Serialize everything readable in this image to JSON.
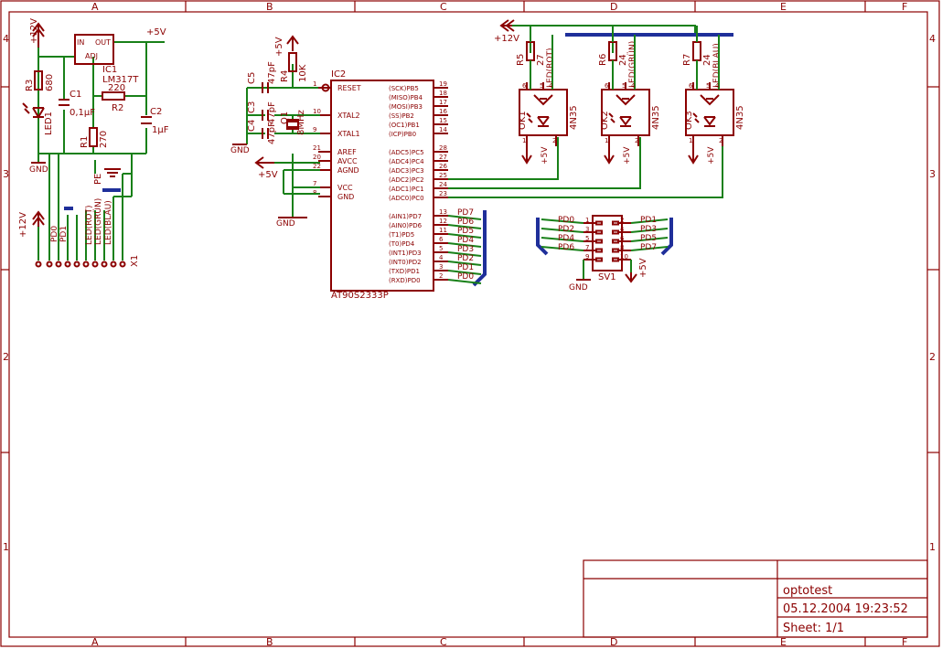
{
  "frame": {
    "columns": [
      "A",
      "B",
      "C",
      "D",
      "E",
      "F"
    ],
    "rows": [
      "4",
      "3",
      "2",
      "1"
    ]
  },
  "title_block": {
    "name": "optotest",
    "date": "05.12.2004 19:23:52",
    "sheet": "Sheet: 1/1"
  },
  "power": {
    "plus12v": "+12V",
    "plus5v": "+5V",
    "gnd": "GND",
    "pe": "PE"
  },
  "regulator": {
    "ref": "IC1",
    "value": "LM317T",
    "pin_in": "IN",
    "pin_out": "OUT",
    "pin_adj": "ADJ"
  },
  "components": {
    "r1": {
      "ref": "R1",
      "value": "270"
    },
    "r2": {
      "ref": "R2",
      "value": "220"
    },
    "r3": {
      "ref": "R3",
      "value": "680"
    },
    "r4": {
      "ref": "R4",
      "value": "10K"
    },
    "r5": {
      "ref": "R5",
      "value": "27"
    },
    "r6": {
      "ref": "R6",
      "value": "24"
    },
    "r7": {
      "ref": "R7",
      "value": "24"
    },
    "c1": {
      "ref": "C1",
      "value": "0,1µF"
    },
    "c2": {
      "ref": "C2",
      "value": "1µF"
    },
    "c3": {
      "ref": "C3",
      "value": "47pF"
    },
    "c4": {
      "ref": "C4",
      "value": "47pF"
    },
    "c5": {
      "ref": "C5",
      "value": "47pF"
    },
    "q1": {
      "ref": "Q1",
      "value": "8MHz"
    },
    "led1": {
      "ref": "LED1"
    }
  },
  "connector_x1": {
    "ref": "X1",
    "signals": [
      "PD0",
      "PD1",
      "LED(ROT)",
      "LED(GRÜN)",
      "LED(BLAU)"
    ]
  },
  "mcu": {
    "ref": "IC2",
    "part": "AT90S2333P",
    "left_pins": [
      {
        "num": "1",
        "name": "RESET"
      },
      {
        "num": "10",
        "name": "XTAL2"
      },
      {
        "num": "9",
        "name": "XTAL1"
      },
      {
        "num": "21",
        "name": "AREF"
      },
      {
        "num": "20",
        "name": "AVCC"
      },
      {
        "num": "22",
        "name": "AGND"
      },
      {
        "num": "7",
        "name": "VCC"
      },
      {
        "num": "8",
        "name": "GND"
      }
    ],
    "right_pins": [
      {
        "num": "19",
        "name": "(SCK)PB5"
      },
      {
        "num": "18",
        "name": "(MISO)PB4"
      },
      {
        "num": "17",
        "name": "(MOSI)PB3"
      },
      {
        "num": "16",
        "name": "(SS)PB2"
      },
      {
        "num": "15",
        "name": "(OC1)PB1"
      },
      {
        "num": "14",
        "name": "(ICP)PB0"
      },
      {
        "num": "28",
        "name": "(ADC5)PC5"
      },
      {
        "num": "27",
        "name": "(ADC4)PC4"
      },
      {
        "num": "26",
        "name": "(ADC3)PC3"
      },
      {
        "num": "25",
        "name": "(ADC2)PC2"
      },
      {
        "num": "24",
        "name": "(ADC1)PC1"
      },
      {
        "num": "23",
        "name": "(ADC0)PC0"
      },
      {
        "num": "13",
        "name": "(AIN1)PD7"
      },
      {
        "num": "12",
        "name": "(AIN0)PD6"
      },
      {
        "num": "11",
        "name": "(T1)PD5"
      },
      {
        "num": "6",
        "name": "(T0)PD4"
      },
      {
        "num": "5",
        "name": "(INT1)PD3"
      },
      {
        "num": "4",
        "name": "(INT0)PD2"
      },
      {
        "num": "3",
        "name": "(TXD)PD1"
      },
      {
        "num": "2",
        "name": "(RXD)PD0"
      }
    ],
    "pd_nets": [
      "PD7",
      "PD6",
      "PD5",
      "PD4",
      "PD3",
      "PD2",
      "PD1",
      "PD0"
    ]
  },
  "optocouplers": [
    {
      "ref": "OK1",
      "part": "4N35",
      "net": "LED(ROT)",
      "pins": [
        "6",
        "5",
        "4",
        "1",
        "2"
      ]
    },
    {
      "ref": "OK2",
      "part": "4N35",
      "net": "LED(GRÜN)",
      "pins": [
        "6",
        "5",
        "4",
        "1",
        "2"
      ]
    },
    {
      "ref": "OK3",
      "part": "4N35",
      "net": "LED(BLAU)",
      "pins": [
        "6",
        "5",
        "4",
        "1",
        "2"
      ]
    }
  ],
  "header_sv1": {
    "ref": "SV1",
    "left": [
      {
        "pin": "1",
        "net": "PD0"
      },
      {
        "pin": "3",
        "net": "PD2"
      },
      {
        "pin": "5",
        "net": "PD4"
      },
      {
        "pin": "7",
        "net": "PD6"
      },
      {
        "pin": "9",
        "net": ""
      }
    ],
    "right": [
      {
        "pin": "2",
        "net": "PD1"
      },
      {
        "pin": "4",
        "net": "PD3"
      },
      {
        "pin": "6",
        "net": "PD5"
      },
      {
        "pin": "8",
        "net": "PD7"
      },
      {
        "pin": "10",
        "net": ""
      }
    ]
  }
}
